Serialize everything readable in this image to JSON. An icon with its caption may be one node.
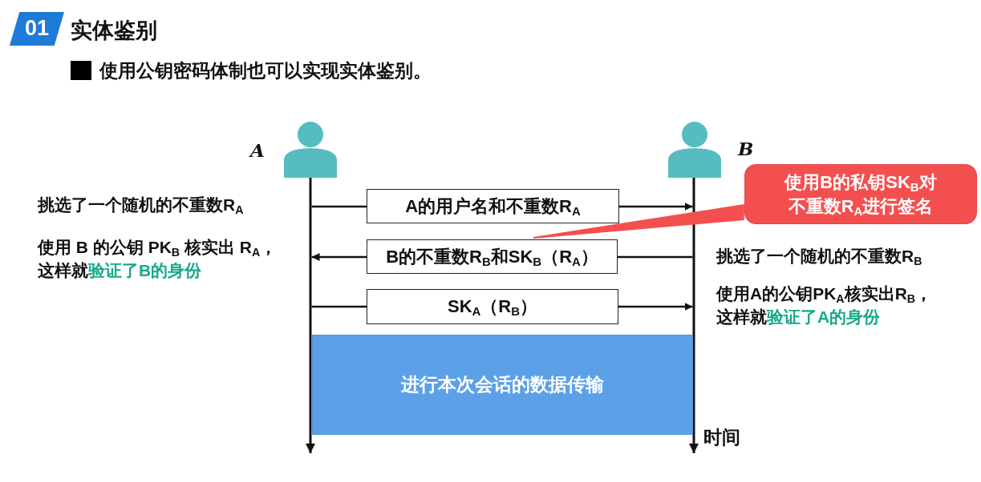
{
  "diagram": {
    "title": "实体鉴别",
    "nodes": [
      {
        "text": [],
        "shape": "person",
        "beside": [
          "A"
        ]
      },
      {
        "text": [],
        "shape": "person",
        "beside": [
          "B"
        ]
      },
      {
        "text": [
          "使用B的私钥SK$_{B}$对不重数R$_{A}$进行签名"
        ]
      },
      {
        "text": [
          "进行本次会话的数据传输"
        ]
      }
    ],
    "edges": [
      {
        "from": 0,
        "to": 1,
        "arrow": "to",
        "label": "A的用户名和不重数R$_{A}$"
      },
      {
        "from": 1,
        "to": 0,
        "arrow": "to",
        "label": "B的不重数R$_{B}$和SK$_{B}$（R$_{A}$）"
      },
      {
        "from": 0,
        "to": 1,
        "arrow": "to",
        "label": "SK$_{A}$（R$_{B}$）"
      },
      {
        "from": 2,
        "to": null,
        "arrow": "none",
        "color": "#f44f4f"
      }
    ],
    "labels": [
      "01",
      "使用公钥密码体制也可以实现实体鉴别。",
      "挑选了一个随机的不重数R$_{A}$",
      "使用 B 的公钥 PK$_{B}$ 核实出 R$_{A}$，这样就**验证了B的身份**",
      "挑选了一个随机的不重数R$_{B}$",
      "使用A的公钥PK$_{A}$核实出R$_{B}$，这样就**验证了A的身份**",
      "时间"
    ]
  }
}
